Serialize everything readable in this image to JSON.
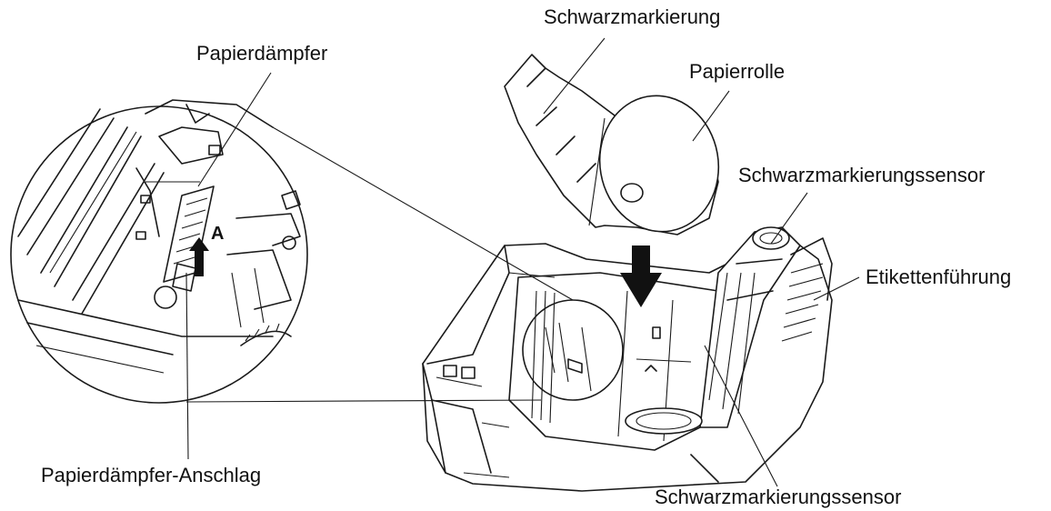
{
  "labels": {
    "black_mark": "Schwarzmarkierung",
    "paper_damper": "Papierdämpfer",
    "paper_roll": "Papierrolle",
    "black_mark_sensor_top": "Schwarzmarkierungssensor",
    "label_guide": "Etikettenführung",
    "paper_damper_stop": "Papierdämpfer-Anschlag",
    "black_mark_sensor_bottom": "Schwarzmarkierungssensor"
  },
  "callout_letter": "A"
}
